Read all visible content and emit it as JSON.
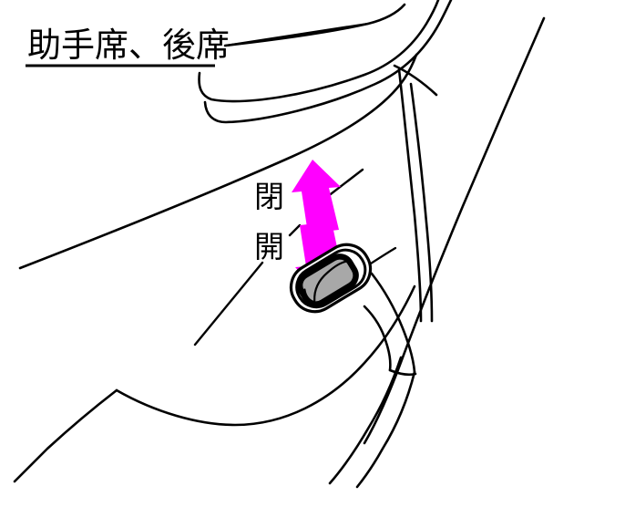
{
  "figure": {
    "kind": "line-art-illustration",
    "subject": "car-door-power-window-switch",
    "background_color": "#FFFFFF",
    "line_color": "#000000",
    "arrow_color": "#FF00FF",
    "switch_face_color": "#A8A8A8",
    "switch_face_highlight": "#BDBDBD"
  },
  "title": {
    "text": "助手席、後席",
    "underlined": true
  },
  "labels": {
    "close": {
      "text": "閉",
      "meaning_direction": "up"
    },
    "open": {
      "text": "開",
      "meaning_direction": "down"
    }
  },
  "arrows": [
    {
      "name": "close-arrow",
      "direction": "up",
      "color": "#FF00FF",
      "label": "閉"
    },
    {
      "name": "open-arrow",
      "direction": "down",
      "color": "#FF00FF",
      "label": "開"
    }
  ],
  "switch": {
    "name": "power-window-switch",
    "type": "rocker",
    "face_color": "#A8A8A8"
  }
}
